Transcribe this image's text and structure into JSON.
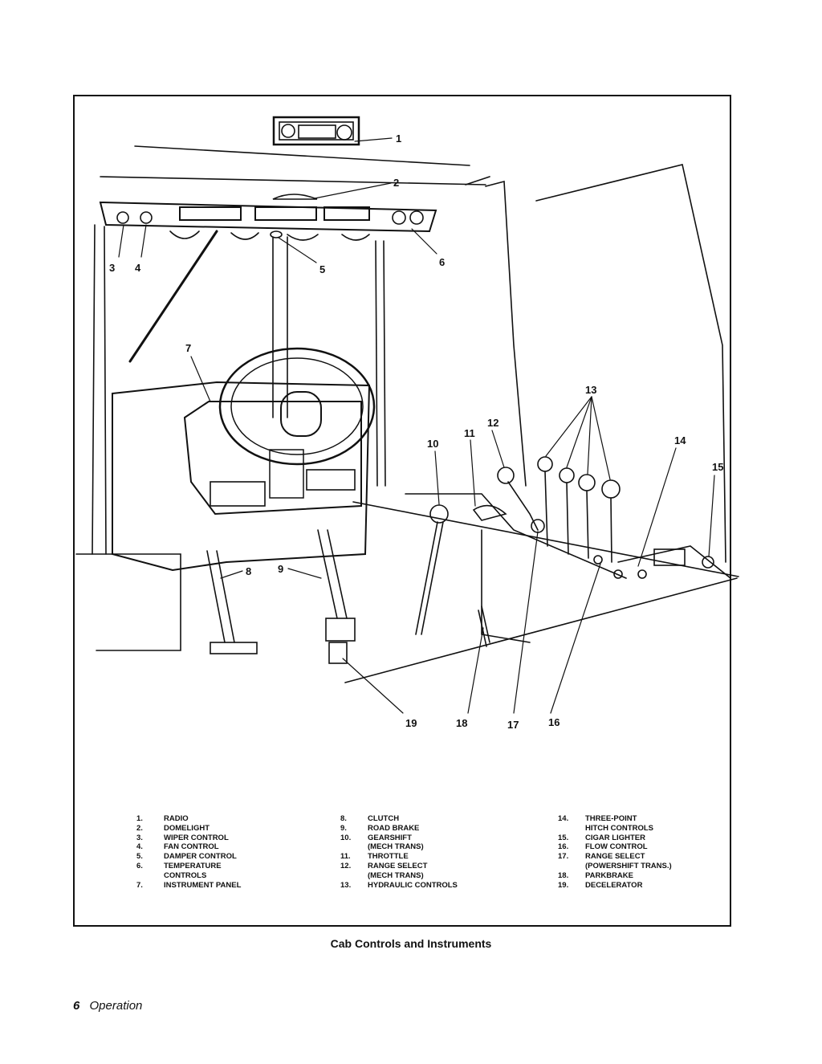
{
  "figure": {
    "callouts": [
      "1",
      "2",
      "3",
      "4",
      "5",
      "6",
      "7",
      "8",
      "9",
      "10",
      "11",
      "12",
      "13",
      "14",
      "15",
      "16",
      "17",
      "18",
      "19"
    ]
  },
  "legend": {
    "column1": [
      {
        "num": "1.",
        "label": "RADIO"
      },
      {
        "num": "2.",
        "label": "DOMELIGHT"
      },
      {
        "num": "3.",
        "label": "WIPER CONTROL"
      },
      {
        "num": "4.",
        "label": "FAN CONTROL"
      },
      {
        "num": "5.",
        "label": "DAMPER CONTROL"
      },
      {
        "num": "6.",
        "label": "TEMPERATURE\nCONTROLS"
      },
      {
        "num": "7.",
        "label": "INSTRUMENT PANEL"
      }
    ],
    "column2": [
      {
        "num": "8.",
        "label": "CLUTCH"
      },
      {
        "num": "9.",
        "label": "ROAD BRAKE"
      },
      {
        "num": "10.",
        "label": "GEARSHIFT\n(MECH TRANS)"
      },
      {
        "num": "11.",
        "label": "THROTTLE"
      },
      {
        "num": "12.",
        "label": "RANGE SELECT\n(MECH TRANS)"
      },
      {
        "num": "13.",
        "label": "HYDRAULIC CONTROLS"
      }
    ],
    "column3": [
      {
        "num": "14.",
        "label": "THREE-POINT\nHITCH CONTROLS"
      },
      {
        "num": "15.",
        "label": "CIGAR LIGHTER"
      },
      {
        "num": "16.",
        "label": "FLOW CONTROL"
      },
      {
        "num": "17.",
        "label": "RANGE SELECT\n(POWERSHIFT TRANS.)"
      },
      {
        "num": "18.",
        "label": "PARKBRAKE"
      },
      {
        "num": "19.",
        "label": "DECELERATOR"
      }
    ]
  },
  "caption": "Cab Controls and Instruments",
  "footer": {
    "page_number": "6",
    "section": "Operation"
  }
}
